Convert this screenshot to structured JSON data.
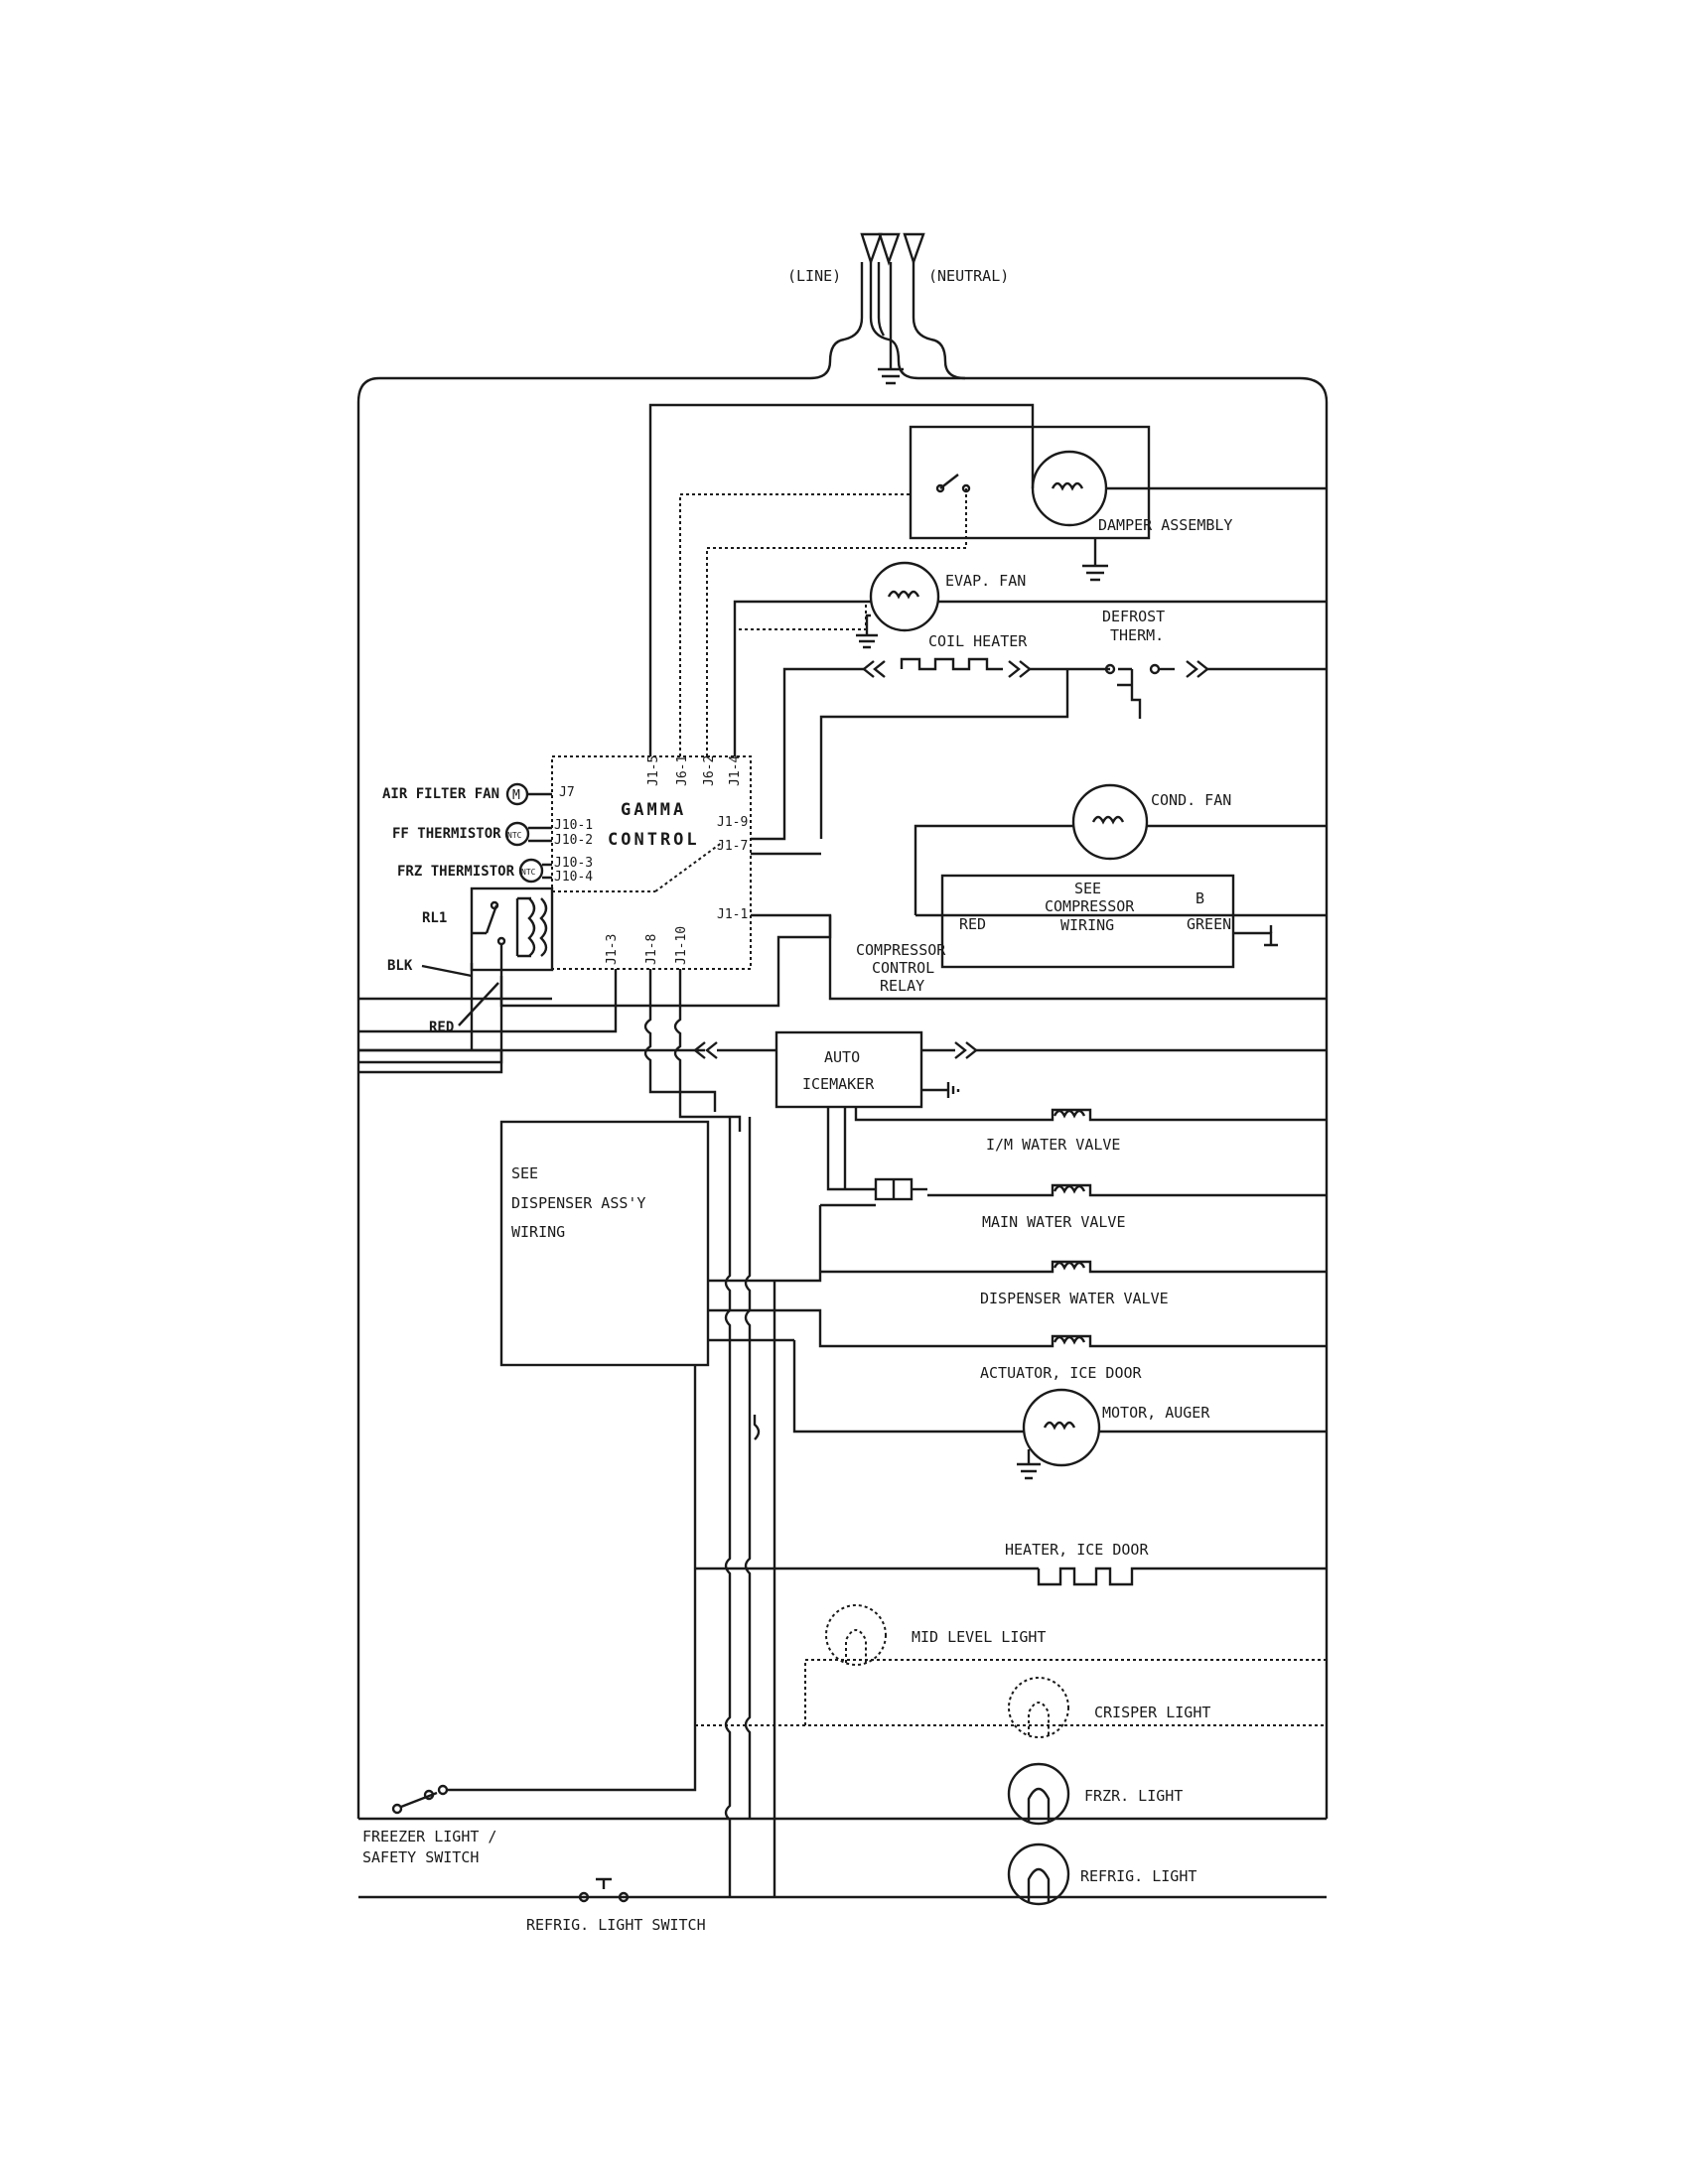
{
  "supply": {
    "line": "(LINE)",
    "neutral": "(NEUTRAL)"
  },
  "control": {
    "title_1": "GAMMA",
    "title_2": "CONTROL"
  },
  "pins": {
    "top": [
      "J1-5",
      "J6-1",
      "J6-2",
      "J1-4"
    ],
    "left": [
      "J7",
      "J10-1",
      "J10-2",
      "J10-3",
      "J10-4"
    ],
    "right": [
      "J1-9",
      "J1-7",
      "J1-1"
    ],
    "bottom": [
      "J1-3",
      "J1-8",
      "J1-10"
    ]
  },
  "inputs": {
    "air_filter_fan": "AIR FILTER FAN",
    "ff_thermistor": "FF THERMISTOR",
    "frz_thermistor": "FRZ THERMISTOR",
    "motor_mark": "M",
    "thermistor_mark": "NTC"
  },
  "relay": {
    "rl1": "RL1",
    "blk": "BLK",
    "red": "RED"
  },
  "components": {
    "damper": "DAMPER ASSEMBLY",
    "evap_fan": "EVAP. FAN",
    "coil_heater": "COIL HEATER",
    "defrost_1": "DEFROST",
    "defrost_2": "THERM.",
    "cond_fan": "COND. FAN",
    "compressor_1": "SEE",
    "compressor_2": "COMPRESSOR",
    "compressor_3": "WIRING",
    "comp_red": "RED",
    "comp_b": "B",
    "comp_green": "GREEN",
    "relay_1": "COMPRESSOR",
    "relay_2": "CONTROL",
    "relay_3": "RELAY",
    "icemaker_1": "AUTO",
    "icemaker_2": "ICEMAKER",
    "im_valve": "I/M WATER VALVE",
    "main_valve": "MAIN WATER VALVE",
    "disp_valve": "DISPENSER WATER VALVE",
    "actuator": "ACTUATOR, ICE DOOR",
    "auger": "MOTOR, AUGER",
    "heater": "HEATER, ICE DOOR",
    "mid_light": "MID LEVEL LIGHT",
    "crisper_light": "CRISPER LIGHT",
    "frzr_light": "FRZR. LIGHT",
    "refrig_light": "REFRIG. LIGHT",
    "dispenser_1": "SEE",
    "dispenser_2": "DISPENSER ASS'Y",
    "dispenser_3": "WIRING"
  },
  "switches": {
    "freezer_1": "FREEZER LIGHT /",
    "freezer_2": "SAFETY SWITCH",
    "refrig": "REFRIG. LIGHT SWITCH"
  }
}
